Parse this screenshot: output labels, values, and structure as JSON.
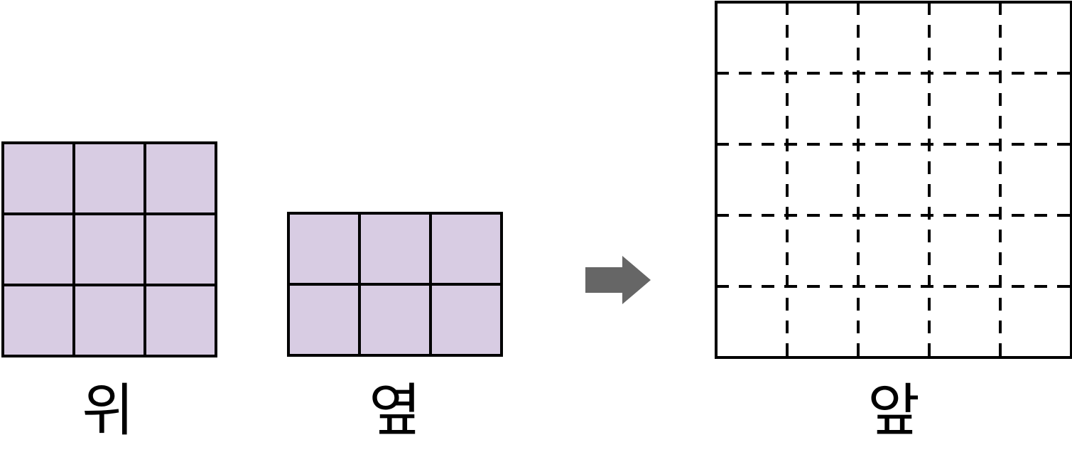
{
  "views": {
    "top": {
      "label": "위",
      "rows": 3,
      "cols": 3
    },
    "side": {
      "label": "옆",
      "rows": 2,
      "cols": 3
    },
    "front": {
      "label": "앞",
      "rows": 5,
      "cols": 5
    }
  },
  "colors": {
    "fill": "#d8cce3",
    "stroke": "#000000",
    "arrow": "#666666",
    "background": "#ffffff"
  },
  "icons": {
    "arrow": "right-arrow-icon"
  }
}
